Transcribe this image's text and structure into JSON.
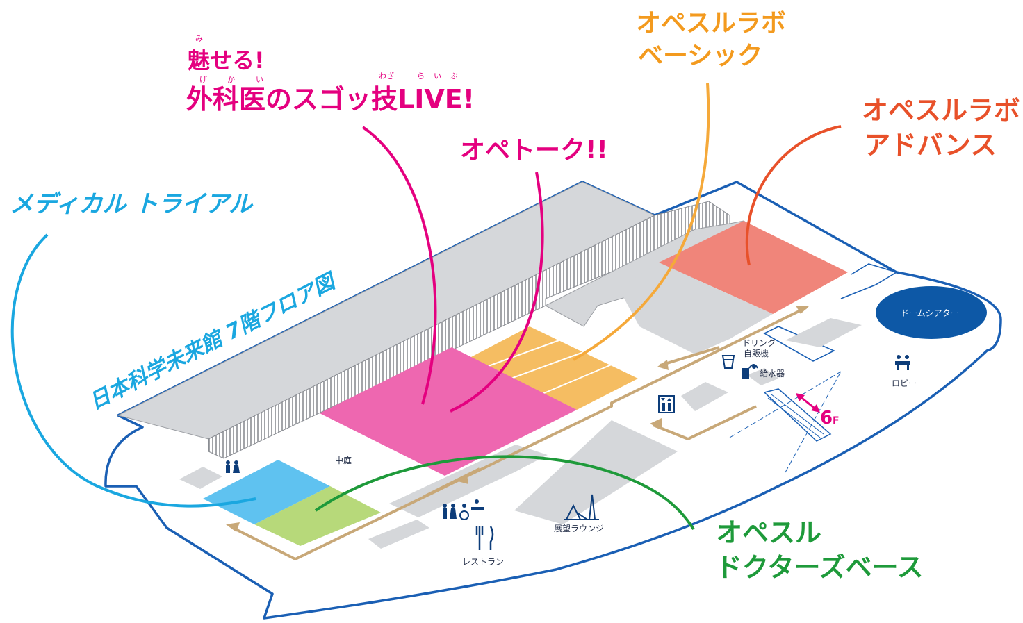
{
  "map_title": "日本科学未来館 7階フロア図",
  "colors": {
    "outline": "#1a5fb4",
    "gray_block": "#d5d7da",
    "pink": "#ee67b0",
    "orange_zone": "#f5bd62",
    "red_zone": "#f0857a",
    "blue_zone": "#5fc2f0",
    "green_zone": "#b7d97a",
    "route": "#c8a878",
    "dome": "#0d58a6",
    "magenta_text": "#e4007f",
    "cyan_text": "#1aa7e0",
    "orange_text": "#f39a1e",
    "red_text": "#e8512a",
    "green_text": "#1e9a3a"
  },
  "callouts": {
    "medical": {
      "text": "メディカル トライアル",
      "color": "#1aa7e0"
    },
    "surgeon_live": {
      "line1": "魅せる!",
      "line2": "外科医のスゴッ技LIVE!",
      "ruby_mi": "み",
      "ruby_ge": "げ",
      "ruby_ka": "か",
      "ruby_i": "い",
      "ruby_waza": "わざ",
      "ruby_ra": "ら",
      "ruby_i2": "い",
      "ruby_bu": "ぶ",
      "color": "#e4007f"
    },
    "ope_talk": {
      "text": "オペトーク!!",
      "color": "#e4007f"
    },
    "lab_basic": {
      "line1": "オペスルラボ",
      "line2": "ベーシック",
      "color": "#f39a1e"
    },
    "lab_advance": {
      "line1": "オペスルラボ",
      "line2": "アドバンス",
      "color": "#e8512a"
    },
    "doctors_base": {
      "line1": "オペスル",
      "line2": "ドクターズベース",
      "color": "#1e9a3a"
    }
  },
  "labels": {
    "courtyard": "中庭",
    "dome_theater": "ドームシアター",
    "drink_line1": "ドリンク",
    "drink_line2": "自販機",
    "water": "給水器",
    "lobby": "ロビー",
    "restaurant": "レストラン",
    "lounge": "展望ラウンジ",
    "floor6_num": "6",
    "floor6_unit": "F"
  },
  "icons": [
    "restroom-icon",
    "accessible-restroom-icon",
    "elevator-icon",
    "drink-cup-icon",
    "water-fountain-icon",
    "lobby-seating-icon",
    "restaurant-cutlery-icon",
    "lounge-skyline-icon",
    "escalator-icon",
    "route-arrow-icon"
  ]
}
